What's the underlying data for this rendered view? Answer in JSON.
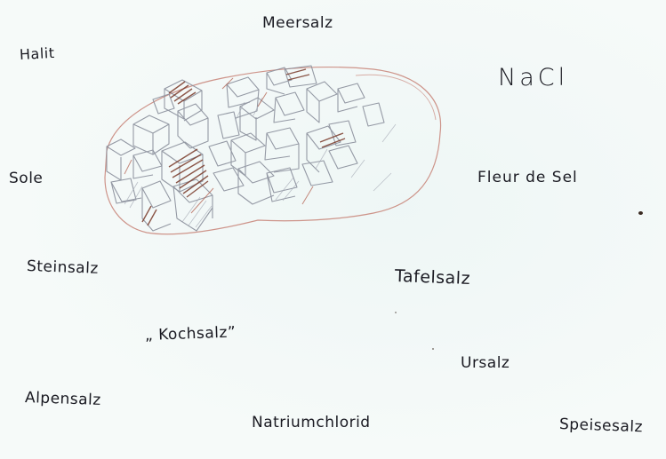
{
  "drawing": {
    "words": {
      "meersalz": "Meersalz",
      "halit": "Halit",
      "formula": "NaCl",
      "sole": "Sole",
      "fleur_de_sel": "Fleur de Sel",
      "steinsalz": "Steinsalz",
      "tafelsalz": "Tafelsalz",
      "kochsalz": "„ Kochsalz”",
      "ursalz": "Ursalz",
      "alpensalz": "Alpensalz",
      "natriumchlorid": "Natriumchlorid",
      "speisesalz": "Speisesalz"
    },
    "colors": {
      "paper": "#f6faf9",
      "ink": "#1a1a22",
      "pencil": "#8a8f9c",
      "brown_pencil": "#7a3a2a",
      "red_pencil": "#c0504a"
    }
  }
}
